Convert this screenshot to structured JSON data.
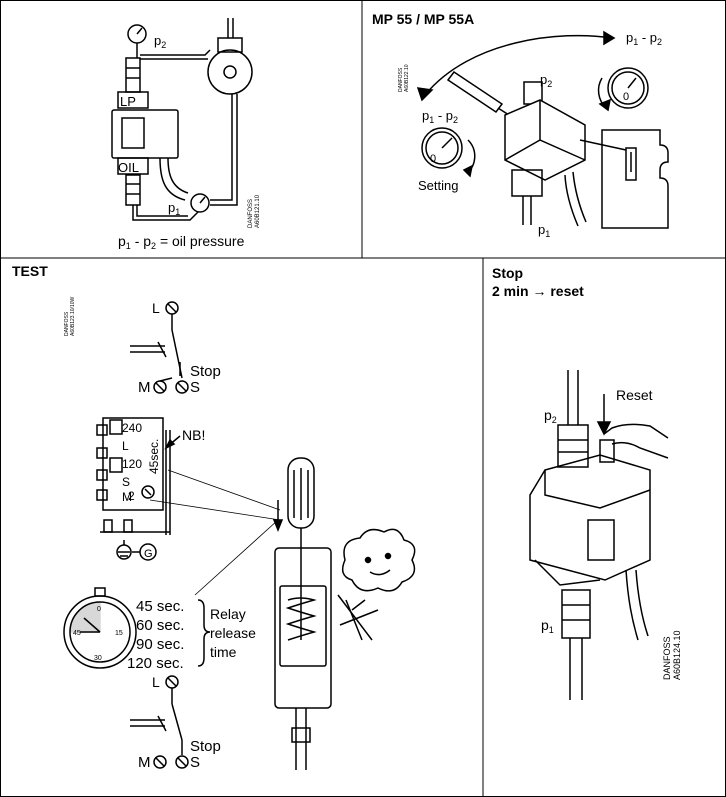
{
  "panels": {
    "top_left": {
      "p2": "p",
      "p2_sub": "2",
      "lp": "LP",
      "oil": "OIL",
      "p1": "p",
      "p1_sub": "1",
      "caption_p": "p",
      "caption_sub1": "1",
      "caption_minus": " - p",
      "caption_sub2": "2",
      "caption_rest": " = oil pressure",
      "code1": "DANFOSS",
      "code2": "A60B121.10"
    },
    "top_right": {
      "title": "MP 55 / MP 55A",
      "diff_top": "p",
      "diff_top_s1": "1",
      "diff_top_mid": " - p",
      "diff_top_s2": "2",
      "diff_left": "p",
      "diff_left_s1": "1",
      "diff_left_mid": " - p",
      "diff_left_s2": "2",
      "p2": "p",
      "p2_sub": "2",
      "p1": "p",
      "p1_sub": "1",
      "zero_left": "0",
      "zero_right": "0",
      "setting": "Setting",
      "code1": "DANFOSS",
      "code2": "A60B122.10"
    },
    "bottom_left": {
      "title": "TEST",
      "code1": "DANFOSS",
      "code2": "A60B123.10/10W",
      "L_top": "L",
      "stop_top": "Stop",
      "M_top": "M",
      "S_top": "S",
      "t240": "240",
      "tL": "L",
      "t120": "120",
      "tS": "S",
      "tM": "M",
      "t2": "2",
      "sec45": "45sec.",
      "nb": "NB!",
      "G": "G",
      "times": [
        "45 sec.",
        "60 sec.",
        "90 sec.",
        "120 sec."
      ],
      "relay1": "Relay",
      "relay2": "release",
      "relay3": "time",
      "dial_0": "0",
      "dial_15": "15",
      "dial_30": "30",
      "dial_45": "45",
      "L_bot": "L",
      "stop_bot": "Stop",
      "M_bot": "M",
      "S_bot": "S"
    },
    "bottom_right": {
      "title1": "Stop",
      "title2": "2 min → reset",
      "reset": "Reset",
      "p2": "p",
      "p2_sub": "2",
      "p1": "p",
      "p1_sub": "1",
      "code1": "DANFOSS",
      "code2": "A60B124.10"
    }
  }
}
